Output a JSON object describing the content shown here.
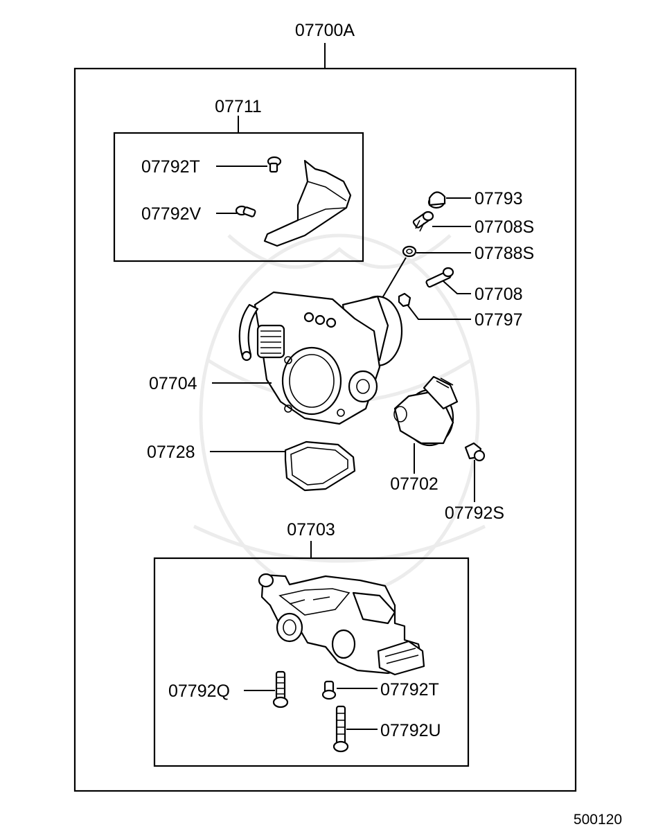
{
  "diagram": {
    "ref_code": "500120",
    "assembly_label": "07700A",
    "groups": {
      "top_group_label": "07711",
      "bottom_group_label": "07703"
    },
    "parts": {
      "p07792T_top": "07792T",
      "p07792V": "07792V",
      "p07793": "07793",
      "p07708S": "07708S",
      "p07788S": "07788S",
      "p07708": "07708",
      "p07797": "07797",
      "p07704": "07704",
      "p07728": "07728",
      "p07702": "07702",
      "p07792S": "07792S",
      "p07792Q": "07792Q",
      "p07792T_bottom": "07792T",
      "p07792U": "07792U"
    }
  }
}
